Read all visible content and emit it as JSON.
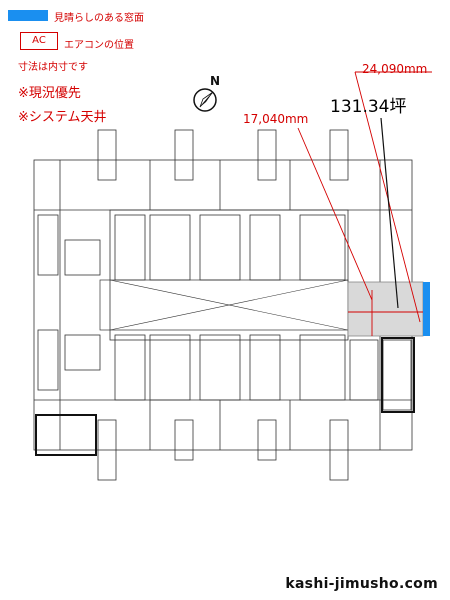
{
  "legend": {
    "view_window": "見晴らしのある窓面",
    "ac_box": "AC",
    "ac_label": "エアコンの位置",
    "inner_dim": "寸法は内寸です",
    "current_priority": "※現況優先",
    "system_ceiling": "※システム天井"
  },
  "plan": {
    "north": "N",
    "dim_long": "24,090mm",
    "dim_short": "17,040mm",
    "area": "131.34坪"
  },
  "footer": {
    "site": "kashi-jimusho.com"
  },
  "colors": {
    "accent_red": "#d40000",
    "window_blue": "#1a8ff0",
    "highlight_gray": "#d9d9d9",
    "line": "#333333"
  }
}
